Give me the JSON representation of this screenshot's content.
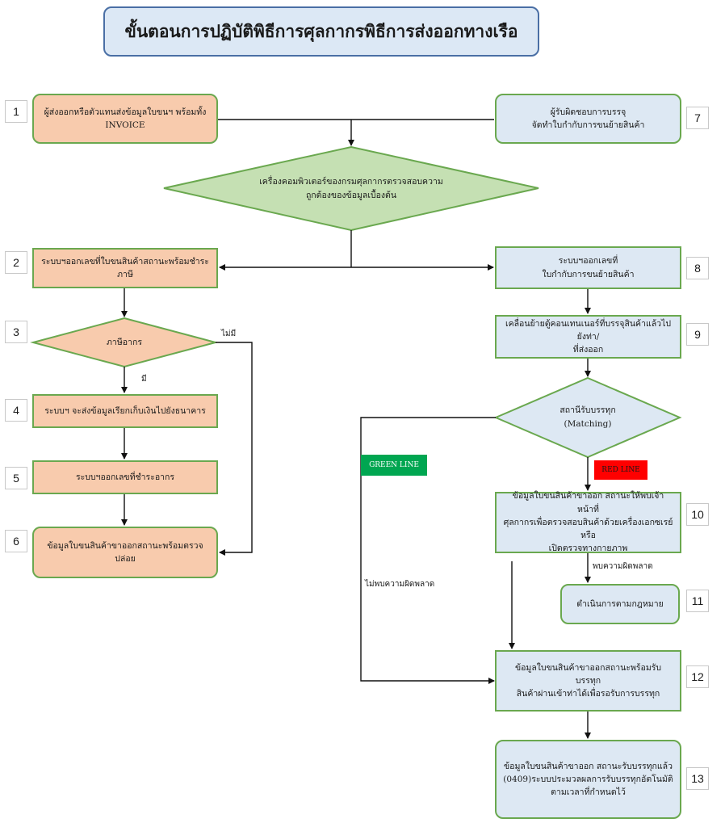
{
  "title": "ขั้นตอนการปฏิบัติพิธีการศุลกากรพิธีการส่งออกทางเรือ",
  "steps": {
    "s1": {
      "num": "1",
      "text": "ผู้ส่งออกหรือตัวแทนส่งข้อมูลใบขนฯ พร้อมทั้ง\nINVOICE"
    },
    "s2": {
      "num": "2",
      "text": "ระบบฯออกเลขที่ใบขนสินค้าสถานะพร้อมชำระภาษี"
    },
    "s3": {
      "num": "3",
      "text": "ภาษีอากร"
    },
    "s4": {
      "num": "4",
      "text": "ระบบฯ จะส่งข้อมูลเรียกเก็บเงินไปยังธนาคาร"
    },
    "s5": {
      "num": "5",
      "text": "ระบบฯออกเลขที่ชำระอากร"
    },
    "s6": {
      "num": "6",
      "text": "ข้อมูลใบขนสินค้าขาออกสถานะพร้อมตรวจปล่อย"
    },
    "s7": {
      "num": "7",
      "text": "ผู้รับผิดชอบการบรรจุ\nจัดทำใบกำกับการขนย้ายสินค้า"
    },
    "s8": {
      "num": "8",
      "text": "ระบบฯออกเลขที่\nใบกำกับการขนย้ายสินค้า"
    },
    "s9": {
      "num": "9",
      "text": "เคลื่อนย้ายตู้คอนเทนเนอร์ที่บรรจุสินค้าแล้วไปยังท่า/\nที่ส่งออก"
    },
    "s10": {
      "num": "10",
      "text": "ข้อมูลใบขนสินค้าขาออก สถานะให้พบเจ้าหน้าที่\nศุลกากรเพื่อตรวจสอบสินค้าด้วยเครื่องเอกซเรย์หรือ\nเปิดตรวจทางกายภาพ"
    },
    "s11": {
      "num": "11",
      "text": "ดำเนินการตามกฎหมาย"
    },
    "s12": {
      "num": "12",
      "text": "ข้อมูลใบขนสินค้าขาออกสถานะพร้อมรับบรรทุก\nสินค้าผ่านเข้าท่าได้เพื่อรอรับการบรรทุก"
    },
    "s13": {
      "num": "13",
      "text": "ข้อมูลใบขนสินค้าขาออก สถานะรับบรรทุกแล้ว\n(0409)ระบบประมวลผลการรับบรรทุกอัตโนมัติ\nตามเวลาที่กำหนดไว้"
    }
  },
  "decision_main": "เครื่องคอมพิวเตอร์ของกรมศุลกากรตรวจสอบความ\nถูกต้องของข้อมูลเบื้องต้น",
  "decision_matching": "สถานีรับบรรทุก\n(Matching)",
  "labels": {
    "no_tax": "ไม่มี",
    "has_tax": "มี",
    "found_error": "พบความผิดพลาด",
    "no_error": "ไม่พบความผิดพลาด"
  },
  "tags": {
    "green": {
      "text": "GREEN LINE",
      "color": "#00a651"
    },
    "red": {
      "text": "RED LINE",
      "color": "#ff0000"
    }
  },
  "colors": {
    "orange_fill": "#f8cbad",
    "blue_fill": "#dde8f3",
    "green_fill": "#c5e0b3",
    "border_green": "#6aa84f"
  }
}
